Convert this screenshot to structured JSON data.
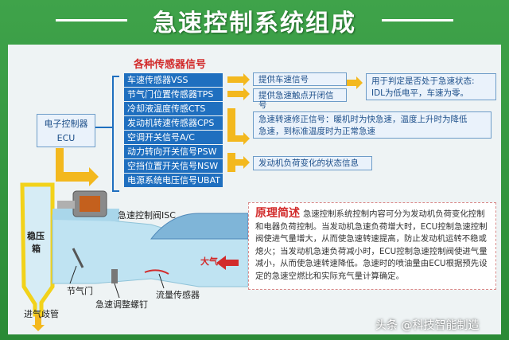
{
  "title": "急速控制系统组成",
  "sensor_header": "各种传感器信号",
  "sensors": [
    "车速传感器VSS",
    "节气门位置传感器TPS",
    "冷却液温度传感CTS",
    "发动机转速传感器CPS",
    "空调开关信号A/C",
    "动力转向开关信号PSW",
    "空挡位置开关信号NSW",
    "电源系统电压信号UBAT"
  ],
  "ecu": {
    "line1": "电子控制器",
    "line2": "ECU"
  },
  "info": {
    "speed_signal": "提供车速信号",
    "contact_signal": "提供急速触点开闭信号",
    "judge_line1": "用于判定是否处于急速状态:",
    "judge_line2": "IDL为低电平，车速为零。",
    "correction_line1": "急速转速修正信号：暖机时为快急速，温度上升时为降低",
    "correction_line2": "急速，到标准温度时为正常急速",
    "load_info": "发动机负荷变化的状态信息"
  },
  "labels": {
    "isc_valve": "急速控制阀ISC",
    "surge_tank_1": "稳压",
    "surge_tank_2": "箱",
    "throttle": "节气门",
    "intake_manifold": "进气歧管",
    "adjust_screw": "急速调整螺钉",
    "flow_sensor": "流量传感器",
    "atmosphere": "大气"
  },
  "principle": {
    "title": "原理简述",
    "text": "急速控制系统控制内容可分为发动机负荷变化控制和电器负荷控制。当发动机急速负荷增大时，ECU控制急速控制阀使进气量增大，从而使急速转速提高，防止发动机运转不稳或熄火；当发动机急速负荷减小时，ECU控制急速控制阀使进气量减小，从而使急速转速降低。急速时的喷油量由ECU根据预先设定的急速空燃比和实际充气量计算确定。"
  },
  "watermark": "头条 @科技智能制造",
  "colors": {
    "background_green": "#3fa34a",
    "sensor_blue": "#1f6fbf",
    "arrow_yellow": "#f3b81e",
    "title_red": "#d22b2b",
    "pipe_blue": "#bfe3f2",
    "tank_yellow": "#f2d21a"
  }
}
